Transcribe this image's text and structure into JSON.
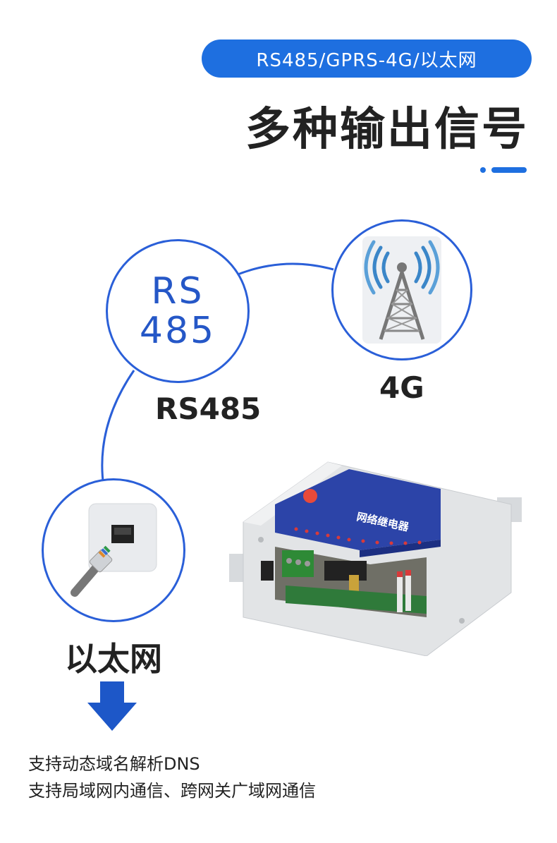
{
  "header": {
    "pill_text": "RS485/GPRS-4G/以太网",
    "title": "多种输出信号"
  },
  "colors": {
    "accent": "#1e6fe0",
    "circle_border": "#2a5fd8",
    "rs_text": "#2557c7",
    "arrow": "#1d57c8"
  },
  "signals": {
    "rs485": {
      "icon_line1": "RS",
      "icon_line2": "485",
      "label": "RS485",
      "icon": "rs485-icon"
    },
    "g4": {
      "label": "4G",
      "icon": "signal-tower-icon"
    },
    "ethernet": {
      "label": "以太网",
      "icon": "ethernet-port-icon"
    }
  },
  "device": {
    "panel_text": "网络继电器",
    "icon": "network-relay-device"
  },
  "features": [
    "支持动态域名解析DNS",
    "支持局域网内通信、跨网关广域网通信"
  ]
}
